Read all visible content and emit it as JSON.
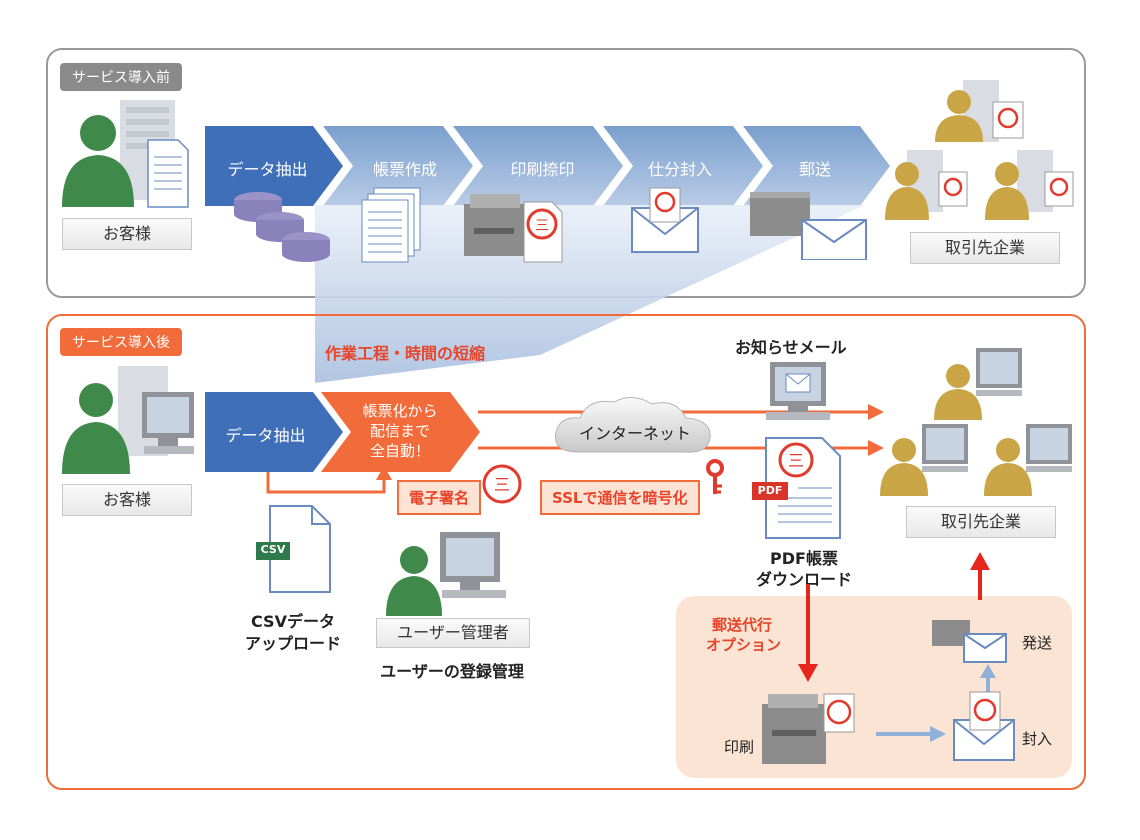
{
  "before": {
    "tag": "サービス導入前",
    "customer_label": "お客様",
    "partner_label": "取引先企業",
    "steps": [
      "データ抽出",
      "帳票作成",
      "印刷捺印",
      "仕分封入",
      "郵送"
    ]
  },
  "after": {
    "tag": "サービス導入後",
    "shortening_label": "作業工程・時間の短縮",
    "customer_label": "お客様",
    "step_extract": "データ抽出",
    "step_auto": [
      "帳票化から",
      "配信まで",
      "全自動！"
    ],
    "internet_label": "インターネット",
    "email_label": "お知らせメール",
    "partner_label": "取引先企業",
    "esign_label": "電子署名",
    "ssl_label": "SSLで通信を暗号化",
    "csv_icon_text": "CSV",
    "csv_label": [
      "CSVデータ",
      "アップロード"
    ],
    "admin_label": "ユーザー管理者",
    "admin_caption": "ユーザーの登録管理",
    "pdf_icon_text": "PDF",
    "pdf_label": [
      "PDF帳票",
      "ダウンロード"
    ],
    "mail_option": {
      "title": [
        "郵送代行",
        "オプション"
      ],
      "print_label": "印刷",
      "enclose_label": "封入",
      "send_label": "発送"
    }
  },
  "colors": {
    "accent_orange": "#f26b3a",
    "chevron_blue_dark": "#3e6fb8",
    "chevron_blue_light": "#7a9fce",
    "partner_gold": "#c9a546",
    "customer_green": "#3f8a4a"
  }
}
